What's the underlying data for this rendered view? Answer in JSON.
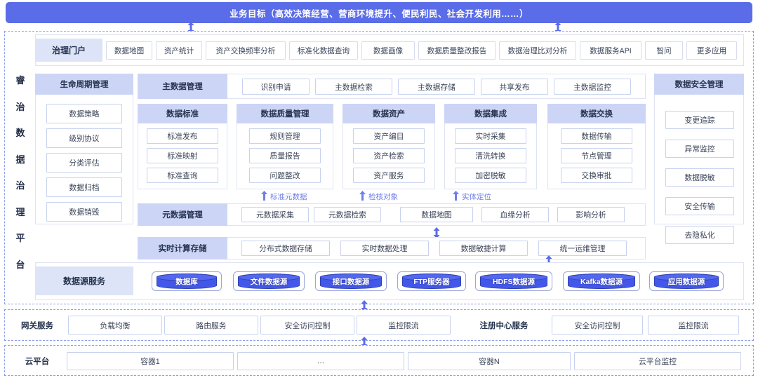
{
  "banner": {
    "text": "业务目标（高效决策经营、营商环境提升、便民利民、社会开发利用……）"
  },
  "platform": {
    "vertical_title_chars": [
      "睿",
      "治",
      "数",
      "据",
      "治",
      "理",
      "平",
      "台"
    ],
    "portal": {
      "label": "治理门户",
      "apps": [
        "数据地图",
        "资产统计",
        "资产交换频率分析",
        "标准化数据查询",
        "数据画像",
        "数据质量整改报告",
        "数据治理比对分析",
        "数据服务API",
        "智问",
        "更多应用"
      ]
    },
    "lifecycle": {
      "header": "生命周期管理",
      "items": [
        "数据策略",
        "级别协议",
        "分类评估",
        "数据归档",
        "数据销毁"
      ]
    },
    "master_data": {
      "header": "主数据管理",
      "items": [
        "识别申请",
        "主数据检索",
        "主数据存储",
        "共享发布",
        "主数据监控"
      ]
    },
    "columns": [
      {
        "header": "数据标准",
        "items": [
          "标准发布",
          "标准映射",
          "标准查询"
        ]
      },
      {
        "header": "数据质量管理",
        "items": [
          "规则管理",
          "质量报告",
          "问题整改"
        ]
      },
      {
        "header": "数据资产",
        "items": [
          "资产编目",
          "资产检索",
          "资产服务"
        ]
      },
      {
        "header": "数据集成",
        "items": [
          "实时采集",
          "清洗转换",
          "加密脱敏"
        ]
      },
      {
        "header": "数据交换",
        "items": [
          "数据传输",
          "节点管理",
          "交换审批"
        ]
      }
    ],
    "annotations": [
      "标准元数据",
      "检核对象",
      "实体定位"
    ],
    "metadata": {
      "header": "元数据管理",
      "items": [
        "元数据采集",
        "元数据检索",
        "数据地图",
        "血缘分析",
        "影响分析"
      ]
    },
    "realtime": {
      "header": "实时计算存储",
      "items": [
        "分布式数据存储",
        "实时数据处理",
        "数据敏捷计算",
        "统一运维管理"
      ]
    },
    "security": {
      "header": "数据安全管理",
      "items": [
        "变更追踪",
        "异常监控",
        "数据脱敏",
        "安全传输",
        "去隐私化"
      ]
    },
    "datasource": {
      "label": "数据源服务",
      "items": [
        "数据库",
        "文件数据源",
        "接口数据源",
        "FTP服务器",
        "HDFS数据源",
        "Kafka数据源",
        "应用数据源"
      ]
    }
  },
  "gateway": {
    "label": "网关服务",
    "items": [
      "负载均衡",
      "路由服务",
      "安全访问控制",
      "监控限流"
    ],
    "registry_label": "注册中心服务",
    "registry_items": [
      "安全访问控制",
      "监控限流"
    ]
  },
  "cloud": {
    "label": "云平台",
    "items": [
      "容器1",
      "…",
      "容器N",
      "云平台监控"
    ]
  },
  "colors": {
    "banner_bg": "#5A6CE8",
    "header_bg": "#ccd5f5",
    "label_bg": "#dde4f8",
    "item_border": "#c8d2ef",
    "dash_border": "#8f9fe8",
    "cylinder_fill": "#4358e8",
    "annotation_text": "#6f7ee8"
  }
}
